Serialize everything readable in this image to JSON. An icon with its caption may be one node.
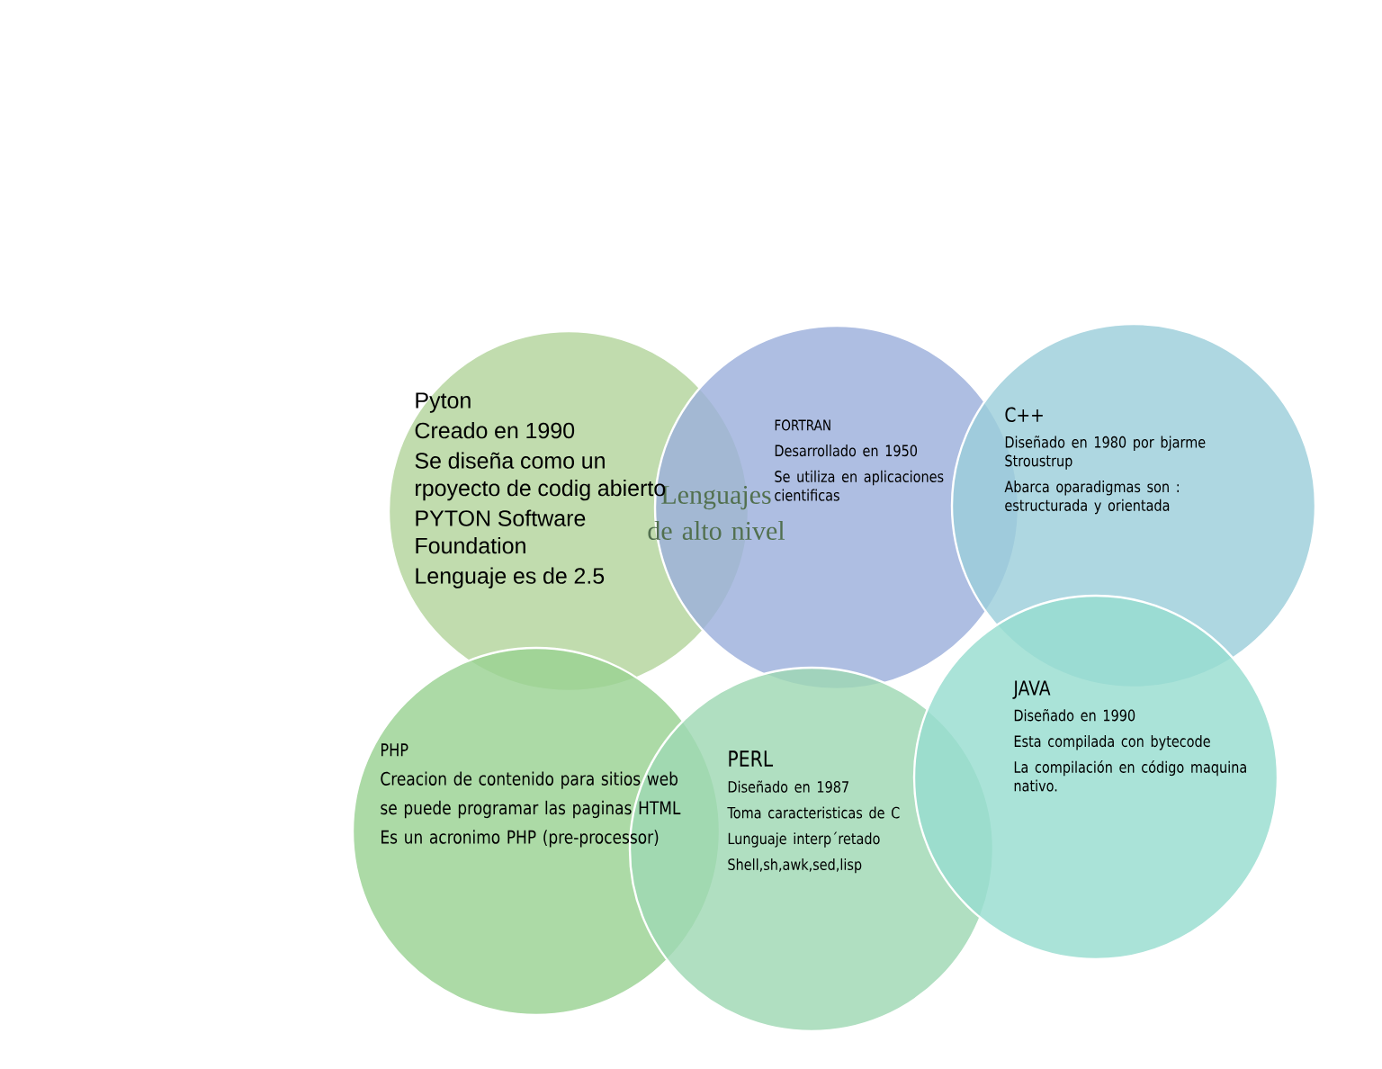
{
  "diagram": {
    "title": "Lenguajes de alto nivel",
    "nodes": [
      {
        "text": [
          "Pyton",
          "Creado en 1990",
          "Se diseña como un rpoyecto de codig abierto",
          "PYTON Software Foundation",
          "Lenguaje es de 2.5"
        ]
      },
      {
        "text": [
          "FORTRAN",
          "Desarrollado en 1950",
          "Se utiliza en aplicaciones cientificas"
        ]
      },
      {
        "text": [
          "C++",
          "Diseñado en 1980 por bjarme Stroustrup",
          "Abarca oparadigmas son : estructurada y orientada"
        ]
      },
      {
        "text": [
          "PHP",
          "Creacion de contenido para sitios web",
          "se puede programar las paginas HTML",
          "Es un acronimo PHP (pre-processor)"
        ]
      },
      {
        "text": [
          "PERL",
          "Diseñado en 1987",
          "Toma caracteristicas de C",
          "Lunguaje interp´retado",
          "Shell,sh,awk,sed,lisp"
        ]
      },
      {
        "text": [
          "JAVA",
          "Diseñado en 1990",
          "Esta compilada con bytecode",
          "La compilación en código maquina nativo."
        ]
      }
    ],
    "edges": []
  }
}
